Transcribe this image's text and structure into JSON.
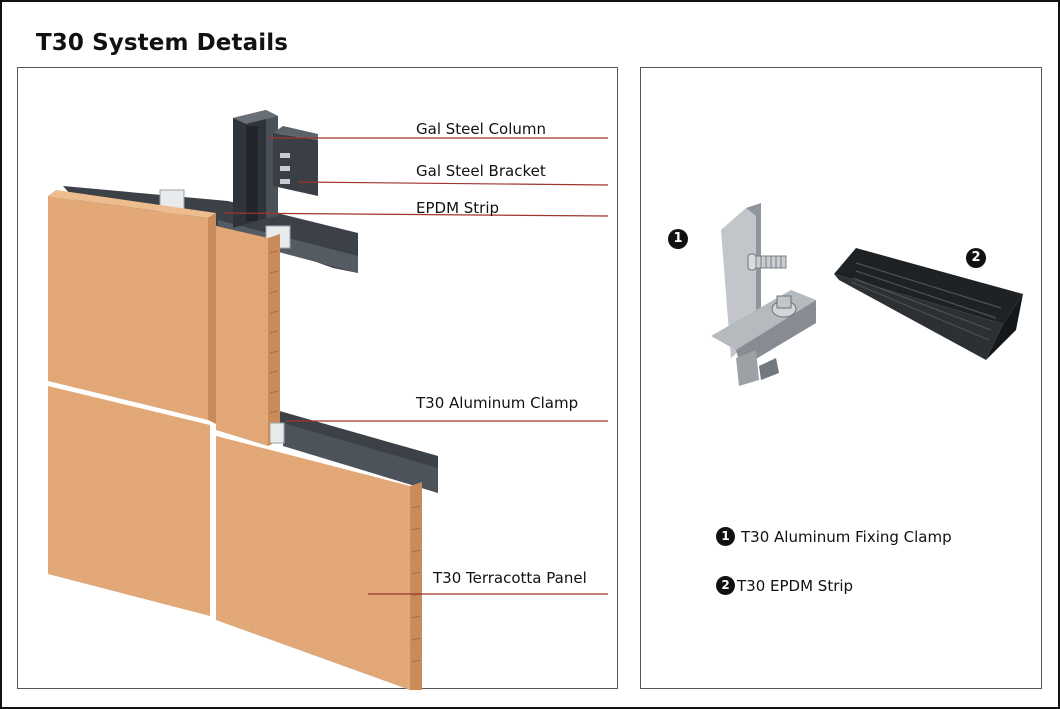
{
  "title": "T30 System Details",
  "callouts": {
    "column": "Gal Steel Column",
    "bracket": "Gal Steel Bracket",
    "epdm": "EPDM Strip",
    "clamp": "T30 Aluminum Clamp",
    "panel": "T30  Terracotta Panel"
  },
  "components": {
    "badge_1": "1",
    "badge_2": "2"
  },
  "legend": [
    {
      "number": "1",
      "label": "T30 Aluminum Fixing Clamp"
    },
    {
      "number": "2",
      "label": "T30 EPDM Strip"
    }
  ],
  "colors": {
    "terracotta": "#e2a877",
    "terracotta_shade": "#c98b5a",
    "steel": "#3c4147",
    "aluminum": "#b8bcc0",
    "leader_line": "#a0342c"
  }
}
